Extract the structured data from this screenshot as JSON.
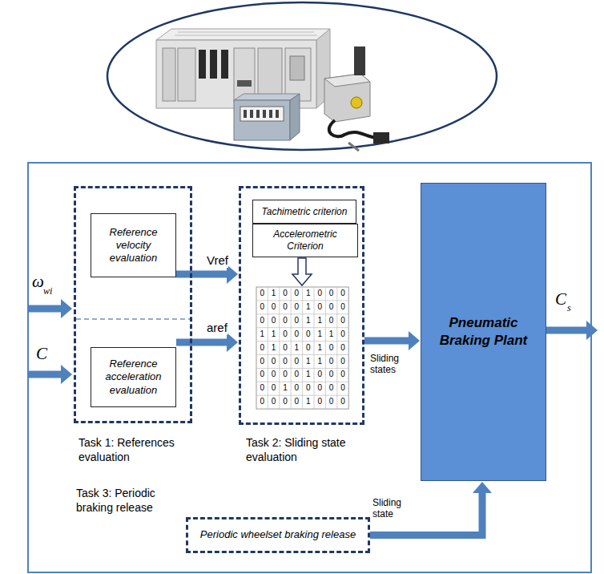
{
  "diagram": {
    "nodes": [
      {
        "text": [
          "Task 1: References evaluation"
        ]
      },
      {
        "text": [
          "Reference velocity evaluation"
        ],
        "in": 0
      },
      {
        "text": [
          "Reference acceleration evaluation"
        ],
        "in": 0
      },
      {
        "text": [
          "Task 2: Sliding state evaluation"
        ]
      },
      {
        "text": [
          "Tachimetric criterion"
        ],
        "in": 3
      },
      {
        "text": [
          "Accelerometric Criterion"
        ],
        "in": 3
      },
      {
        "text": [
          "Pneumatic Braking Plant"
        ]
      },
      {
        "text": [
          "Task 3: Periodic braking release",
          "Periodic wheelset braking release"
        ]
      }
    ],
    "edges": [
      {
        "from": 1,
        "to": 3,
        "label": "Vref",
        "arrow": "to"
      },
      {
        "from": 2,
        "to": 3,
        "label": "aref",
        "arrow": "to"
      },
      {
        "from": 3,
        "to": 6,
        "label": "Sliding states",
        "arrow": "to"
      },
      {
        "from": 7,
        "to": 6,
        "label": "Sliding state",
        "arrow": "to"
      }
    ],
    "labels": [
      "ω",
      "wi",
      "C",
      "0",
      "1",
      "0",
      "0",
      "1",
      "0",
      "0",
      "0",
      "0",
      "0",
      "0",
      "0",
      "1",
      "0",
      "0",
      "0",
      "0",
      "0",
      "0",
      "0",
      "1",
      "1",
      "0",
      "0",
      "1",
      "1",
      "0",
      "0",
      "0",
      "1",
      "1",
      "0",
      "0",
      "1",
      "0",
      "1",
      "0",
      "1",
      "0",
      "0",
      "0",
      "0",
      "0",
      "0",
      "1",
      "1",
      "0",
      "0",
      "0",
      "0",
      "0",
      "0",
      "1",
      "0",
      "0",
      "0",
      "0",
      "0",
      "1",
      "0",
      "0",
      "0",
      "0",
      "0",
      "0",
      "0",
      "0",
      "0",
      "1",
      "0",
      "0",
      "0",
      "C",
      "s"
    ]
  }
}
